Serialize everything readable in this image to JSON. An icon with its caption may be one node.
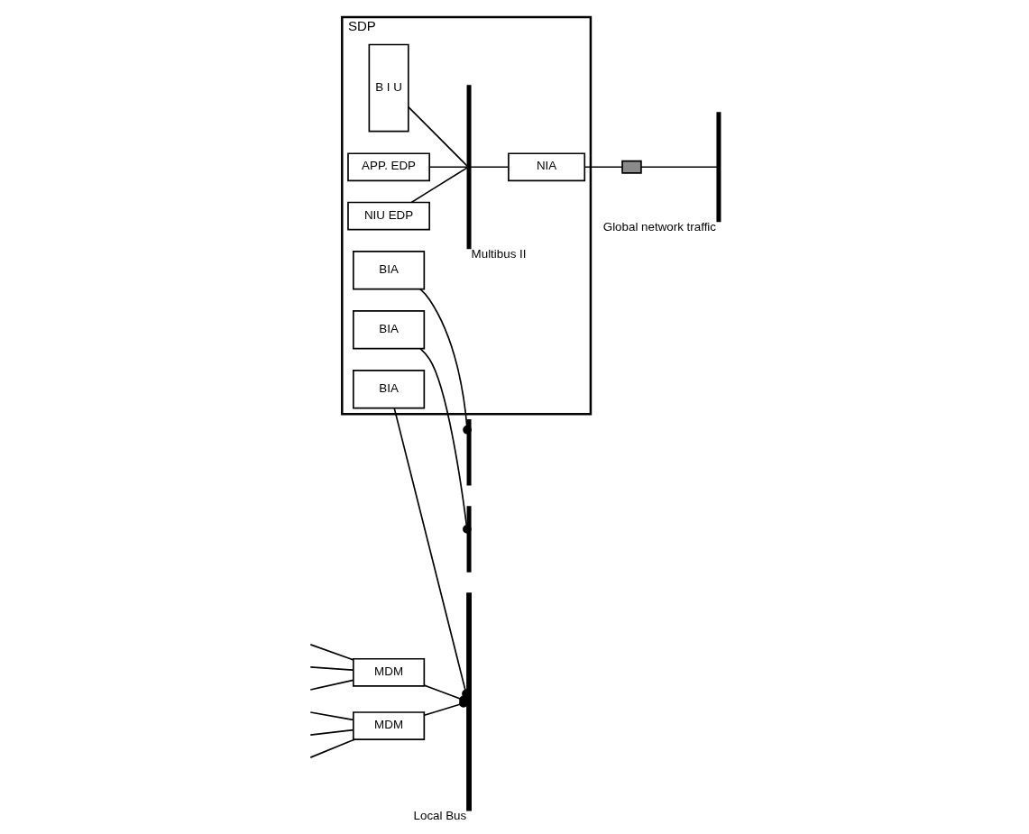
{
  "diagram": {
    "nodes": [
      {
        "text": [
          "SDP"
        ]
      },
      {
        "text": [
          "BIA"
        ],
        "in": 0
      },
      {
        "text": [
          "BIA"
        ],
        "in": 0
      },
      {
        "text": [
          "BIA"
        ],
        "in": 0
      },
      {
        "text": [
          "B I U"
        ],
        "in": 0
      },
      {
        "text": [
          "APP. EDP"
        ],
        "in": 0
      },
      {
        "text": [],
        "shape": "bar",
        "beside": [
          "Multibus II"
        ],
        "in": 0
      },
      {
        "text": [
          "NIU EDP"
        ],
        "in": 0
      },
      {
        "text": [
          "NIA"
        ],
        "in": 0
      },
      {
        "text": [
          "MDM"
        ]
      },
      {
        "text": [
          "MDM"
        ]
      },
      {
        "text": [],
        "shape": "bar",
        "beside": [
          "Local Bus"
        ]
      },
      {
        "text": [],
        "shape": "bar"
      },
      {
        "text": [],
        "shape": "bar"
      },
      {
        "text": [],
        "shape": "bar",
        "beside": [
          "Global network traffic"
        ]
      },
      {
        "text": [],
        "shape": "box"
      }
    ],
    "edges": [
      {
        "from": null,
        "to": 9,
        "arrow": "none"
      },
      {
        "from": null,
        "to": 9,
        "arrow": "none"
      },
      {
        "from": null,
        "to": 9,
        "arrow": "none"
      },
      {
        "from": null,
        "to": 10,
        "arrow": "none"
      },
      {
        "from": null,
        "to": 10,
        "arrow": "none"
      },
      {
        "from": null,
        "to": 10,
        "arrow": "none"
      },
      {
        "from": 9,
        "to": 11,
        "arrow": "other"
      },
      {
        "from": 10,
        "to": 11,
        "arrow": "other"
      },
      {
        "from": 1,
        "to": 12,
        "arrow": "other"
      },
      {
        "from": 2,
        "to": 11,
        "arrow": "other"
      },
      {
        "from": 3,
        "to": 13,
        "arrow": "other"
      },
      {
        "from": 4,
        "to": 6,
        "arrow": "none"
      },
      {
        "from": 5,
        "to": 6,
        "arrow": "none"
      },
      {
        "from": 7,
        "to": 6,
        "arrow": "none"
      },
      {
        "from": 6,
        "to": 8,
        "arrow": "none"
      },
      {
        "from": 8,
        "to": 15,
        "arrow": "none"
      },
      {
        "from": 15,
        "to": 14,
        "arrow": "none"
      }
    ]
  }
}
